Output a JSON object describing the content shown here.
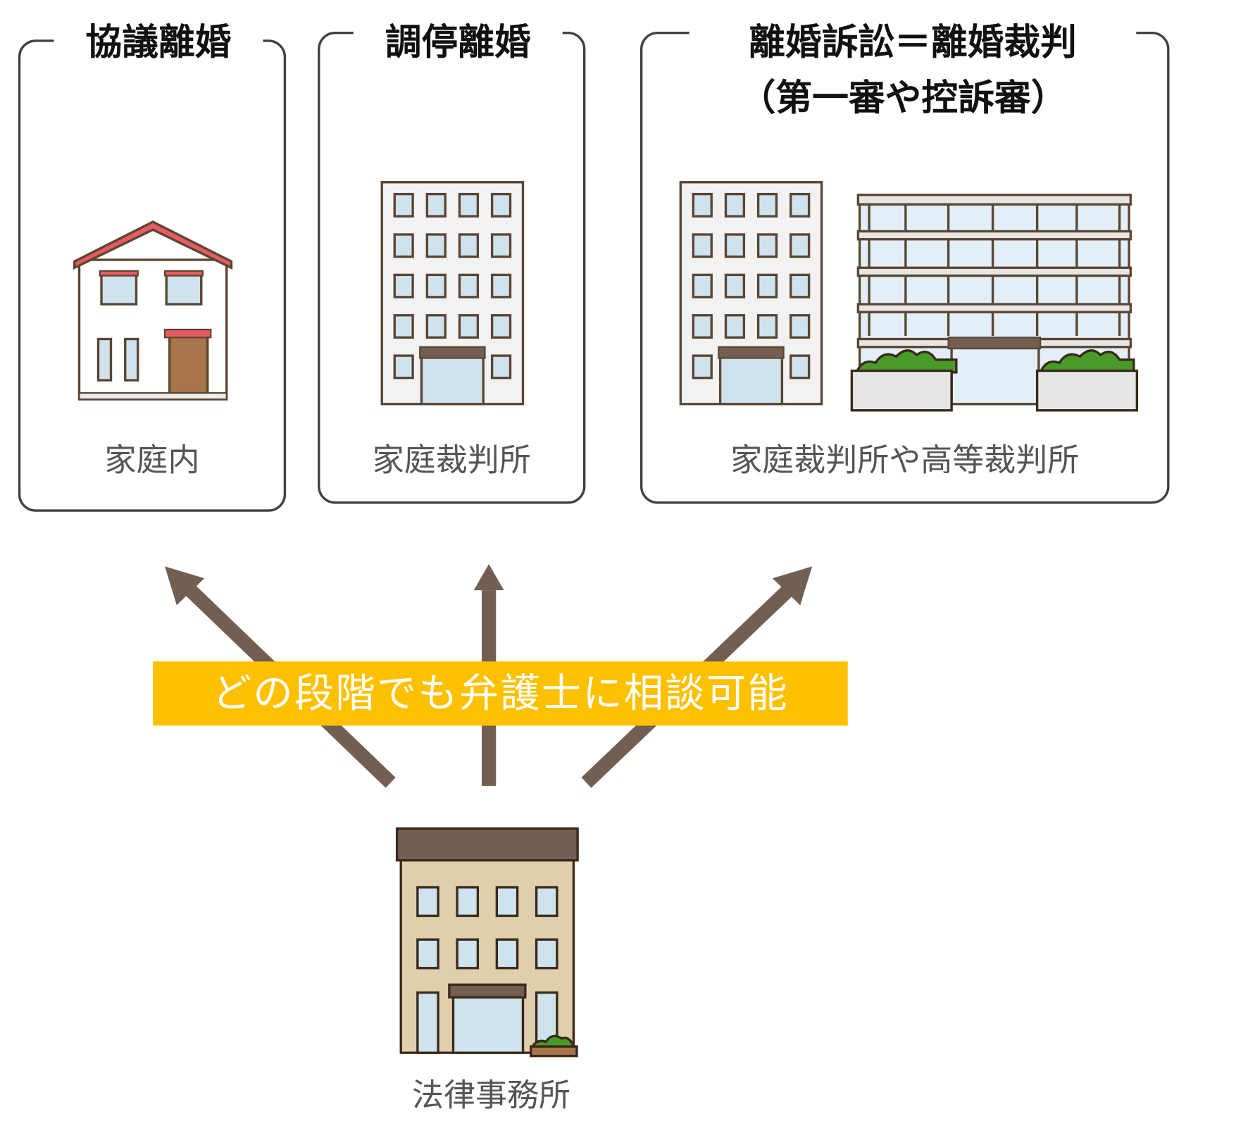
{
  "stages": [
    {
      "title": "協議離婚",
      "place": "家庭内"
    },
    {
      "title": "調停離婚",
      "place": "家庭裁判所"
    },
    {
      "title_line1": "離婚訴訟＝離婚裁判",
      "title_line2": "（第一審や控訴審）",
      "place": "家庭裁判所や高等裁判所"
    }
  ],
  "banner": "どの段階でも弁護士に相談可能",
  "origin": "法律事務所",
  "colors": {
    "arrow": "#725f52",
    "banner": "#ffc000",
    "border": "#404040"
  }
}
